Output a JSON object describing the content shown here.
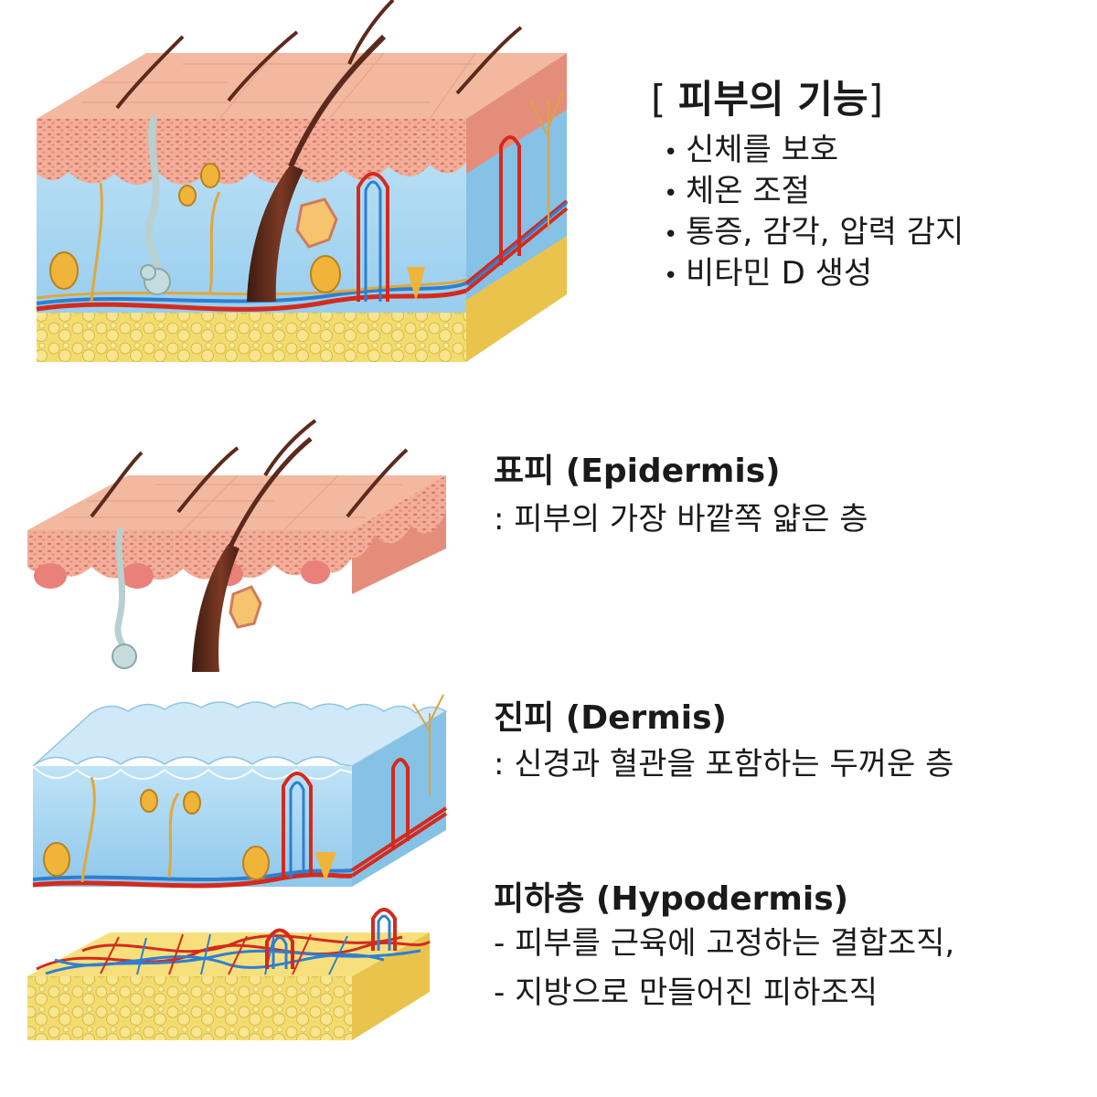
{
  "functions": {
    "bracket_open": "[",
    "title": "피부의 기능",
    "bracket_close": "]",
    "bullet": "•",
    "items": [
      "신체를 보호",
      "체온 조절",
      "통증, 감각, 압력 감지",
      "비타민 D 생성"
    ]
  },
  "layers": {
    "epidermis": {
      "title": "표피 (Epidermis)",
      "desc": ": 피부의 가장 바깥쪽 얇은 층"
    },
    "dermis": {
      "title": "진피 (Dermis)",
      "desc": ": 신경과 혈관을 포함하는 두꺼운 층"
    },
    "hypodermis": {
      "title": "피하층 (Hypodermis)",
      "lines": [
        "-  피부를 근육에 고정하는 결합조직,",
        "-  지방으로 만들어진 피하조직"
      ]
    }
  },
  "colors": {
    "skin_surface": "#f2b9a0",
    "epidermis": "#f0a48f",
    "dermis": "#a9d6f0",
    "fat": "#f3dc6f",
    "artery": "#d42a1e",
    "vein": "#2f7fd0",
    "nerve": "#e0a83a",
    "hair": "#5c2a1c"
  }
}
